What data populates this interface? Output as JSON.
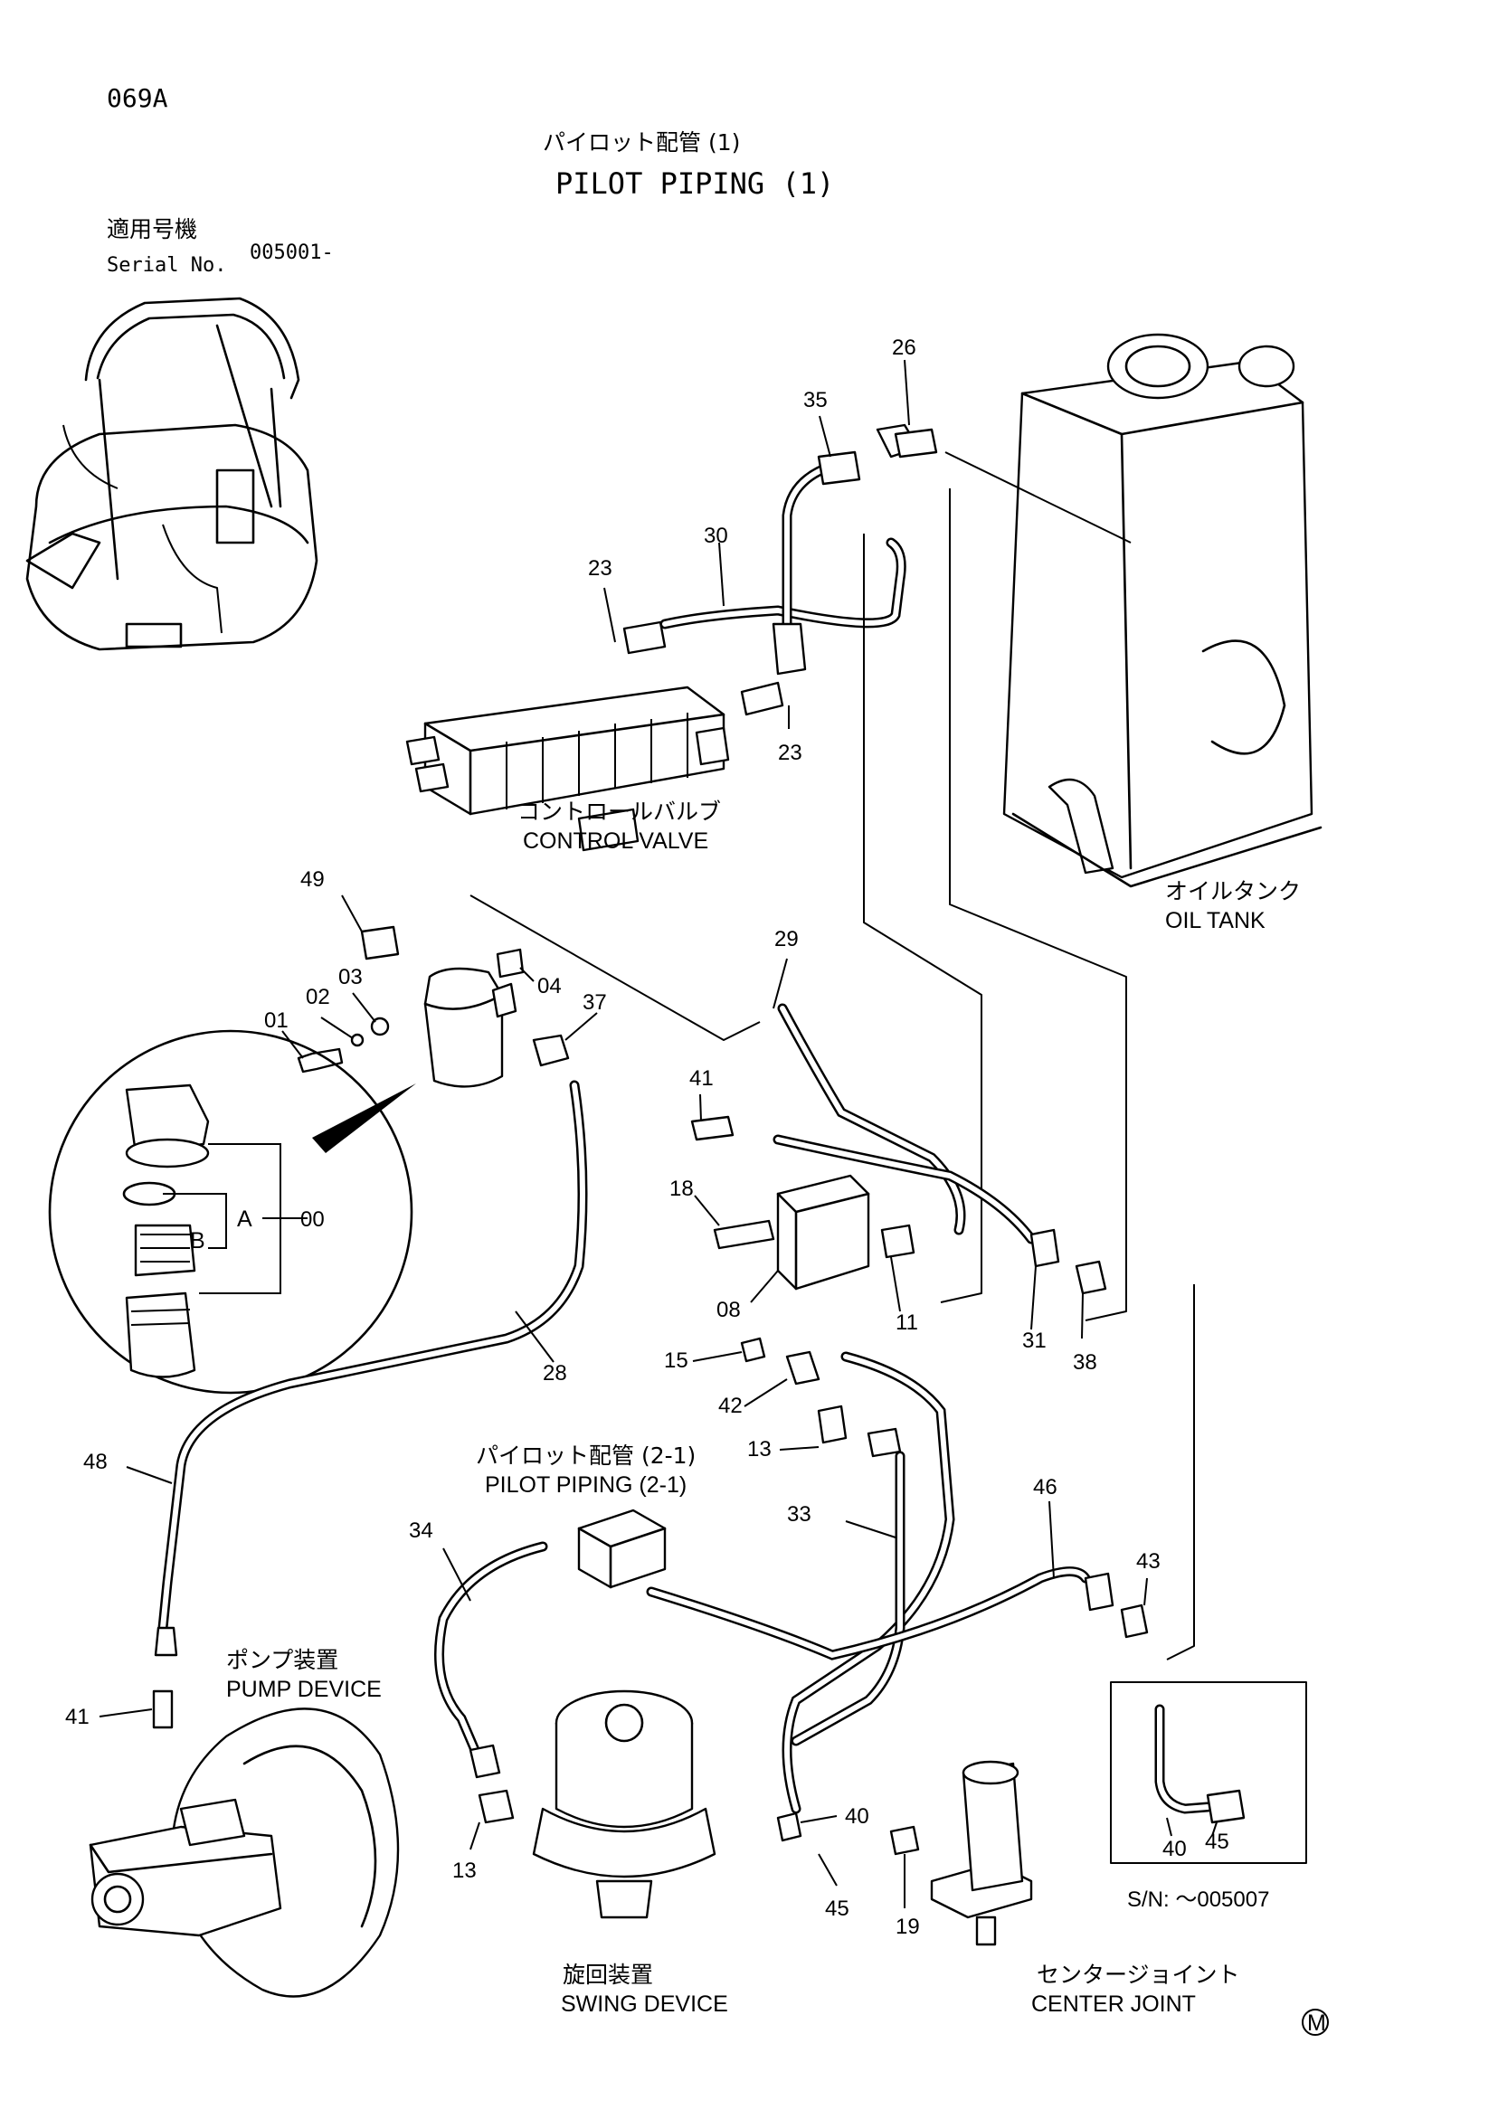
{
  "page_code": "069A",
  "title_jp": "パイロット配管 (1)",
  "title_en": "PILOT PIPING (1)",
  "serial": {
    "label_jp": "適用号機",
    "label_en": "Serial No.",
    "value": "005001-"
  },
  "components": {
    "control_valve_jp": "コントロールバルブ",
    "control_valve_en": "CONTROL VALVE",
    "oil_tank_jp": "オイルタンク",
    "oil_tank_en": "OIL TANK",
    "pilot_ref_jp": "パイロット配管 (2-1)",
    "pilot_ref_en": "PILOT PIPING (2-1)",
    "pump_jp": "ポンプ装置",
    "pump_en": "PUMP DEVICE",
    "swing_jp": "旋回装置",
    "swing_en": "SWING DEVICE",
    "center_jp": "センタージョイント",
    "center_en": "CENTER JOINT"
  },
  "filter_detail": {
    "label_a": "A",
    "label_b": "B",
    "assembly": "00"
  },
  "inset": {
    "sn_text": "S/N: ～005007",
    "parts": [
      "40",
      "45"
    ]
  },
  "callouts": [
    "26",
    "35",
    "30",
    "23",
    "23",
    "49",
    "02",
    "03",
    "04",
    "37",
    "01",
    "29",
    "41",
    "18",
    "08",
    "11",
    "31",
    "38",
    "15",
    "42",
    "28",
    "13",
    "48",
    "33",
    "46",
    "34",
    "43",
    "41",
    "13",
    "40",
    "45",
    "19"
  ],
  "corner_mark": "M"
}
